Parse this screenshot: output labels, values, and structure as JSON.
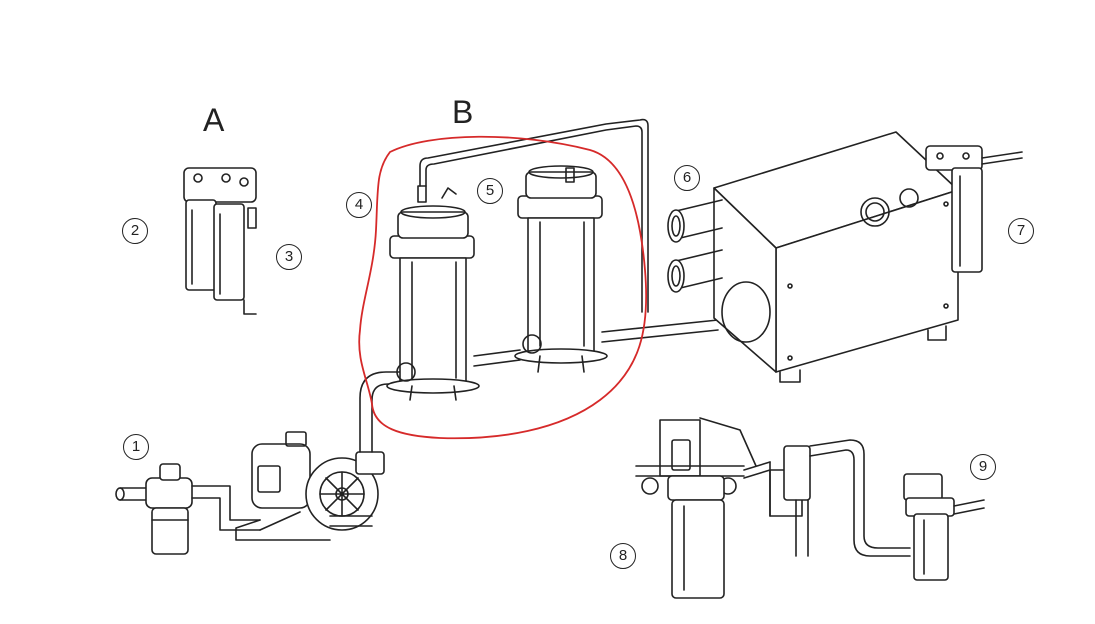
{
  "sections": {
    "a": "A",
    "b": "B"
  },
  "callouts": {
    "c1": "1",
    "c2": "2",
    "c3": "3",
    "c4": "4",
    "c5": "5",
    "c6": "6",
    "c7": "7",
    "c8": "8",
    "c9": "9"
  },
  "colors": {
    "line": "#222222",
    "highlight": "#d62a2a",
    "paper": "#ffffff"
  }
}
